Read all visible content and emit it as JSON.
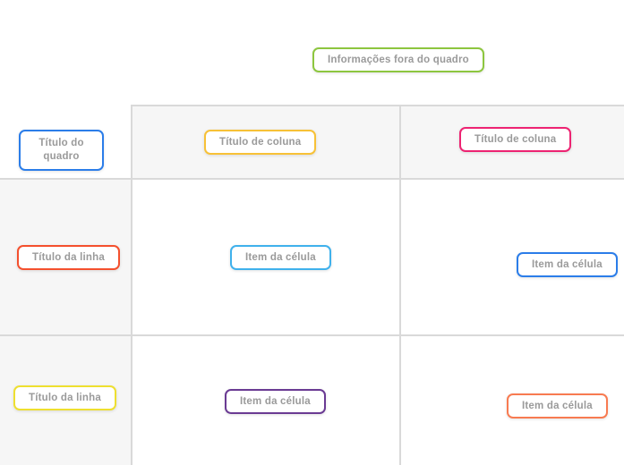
{
  "canvas": {
    "background_color": "#ffffff",
    "grid": {
      "band_color": "#f6f6f6",
      "line_color": "#d9d9d9",
      "columns": 2,
      "rows": 2
    },
    "text_color": "#9a9a9a"
  },
  "labels": {
    "outside_info": {
      "text": "Informações fora do quadro",
      "border_color": "#8dc63f"
    },
    "board_title": {
      "text": "Título do quadro",
      "border_color": "#2b7de9"
    },
    "column_titles": [
      {
        "text": "Título de coluna",
        "border_color": "#f7c137"
      },
      {
        "text": "Título de coluna",
        "border_color": "#ed2372"
      }
    ],
    "row_titles": [
      {
        "text": "Título da linha",
        "border_color": "#f4502e"
      },
      {
        "text": "Título da linha",
        "border_color": "#eedf30"
      }
    ],
    "cell_items": [
      {
        "text": "Item da célula",
        "border_color": "#3fb1ec",
        "row": 1,
        "col": 1
      },
      {
        "text": "Item da célula",
        "border_color": "#2b7de9",
        "row": 1,
        "col": 2
      },
      {
        "text": "Item da célula",
        "border_color": "#6a3a93",
        "row": 2,
        "col": 1
      },
      {
        "text": "Item da célula",
        "border_color": "#f87b51",
        "row": 2,
        "col": 2
      }
    ]
  }
}
